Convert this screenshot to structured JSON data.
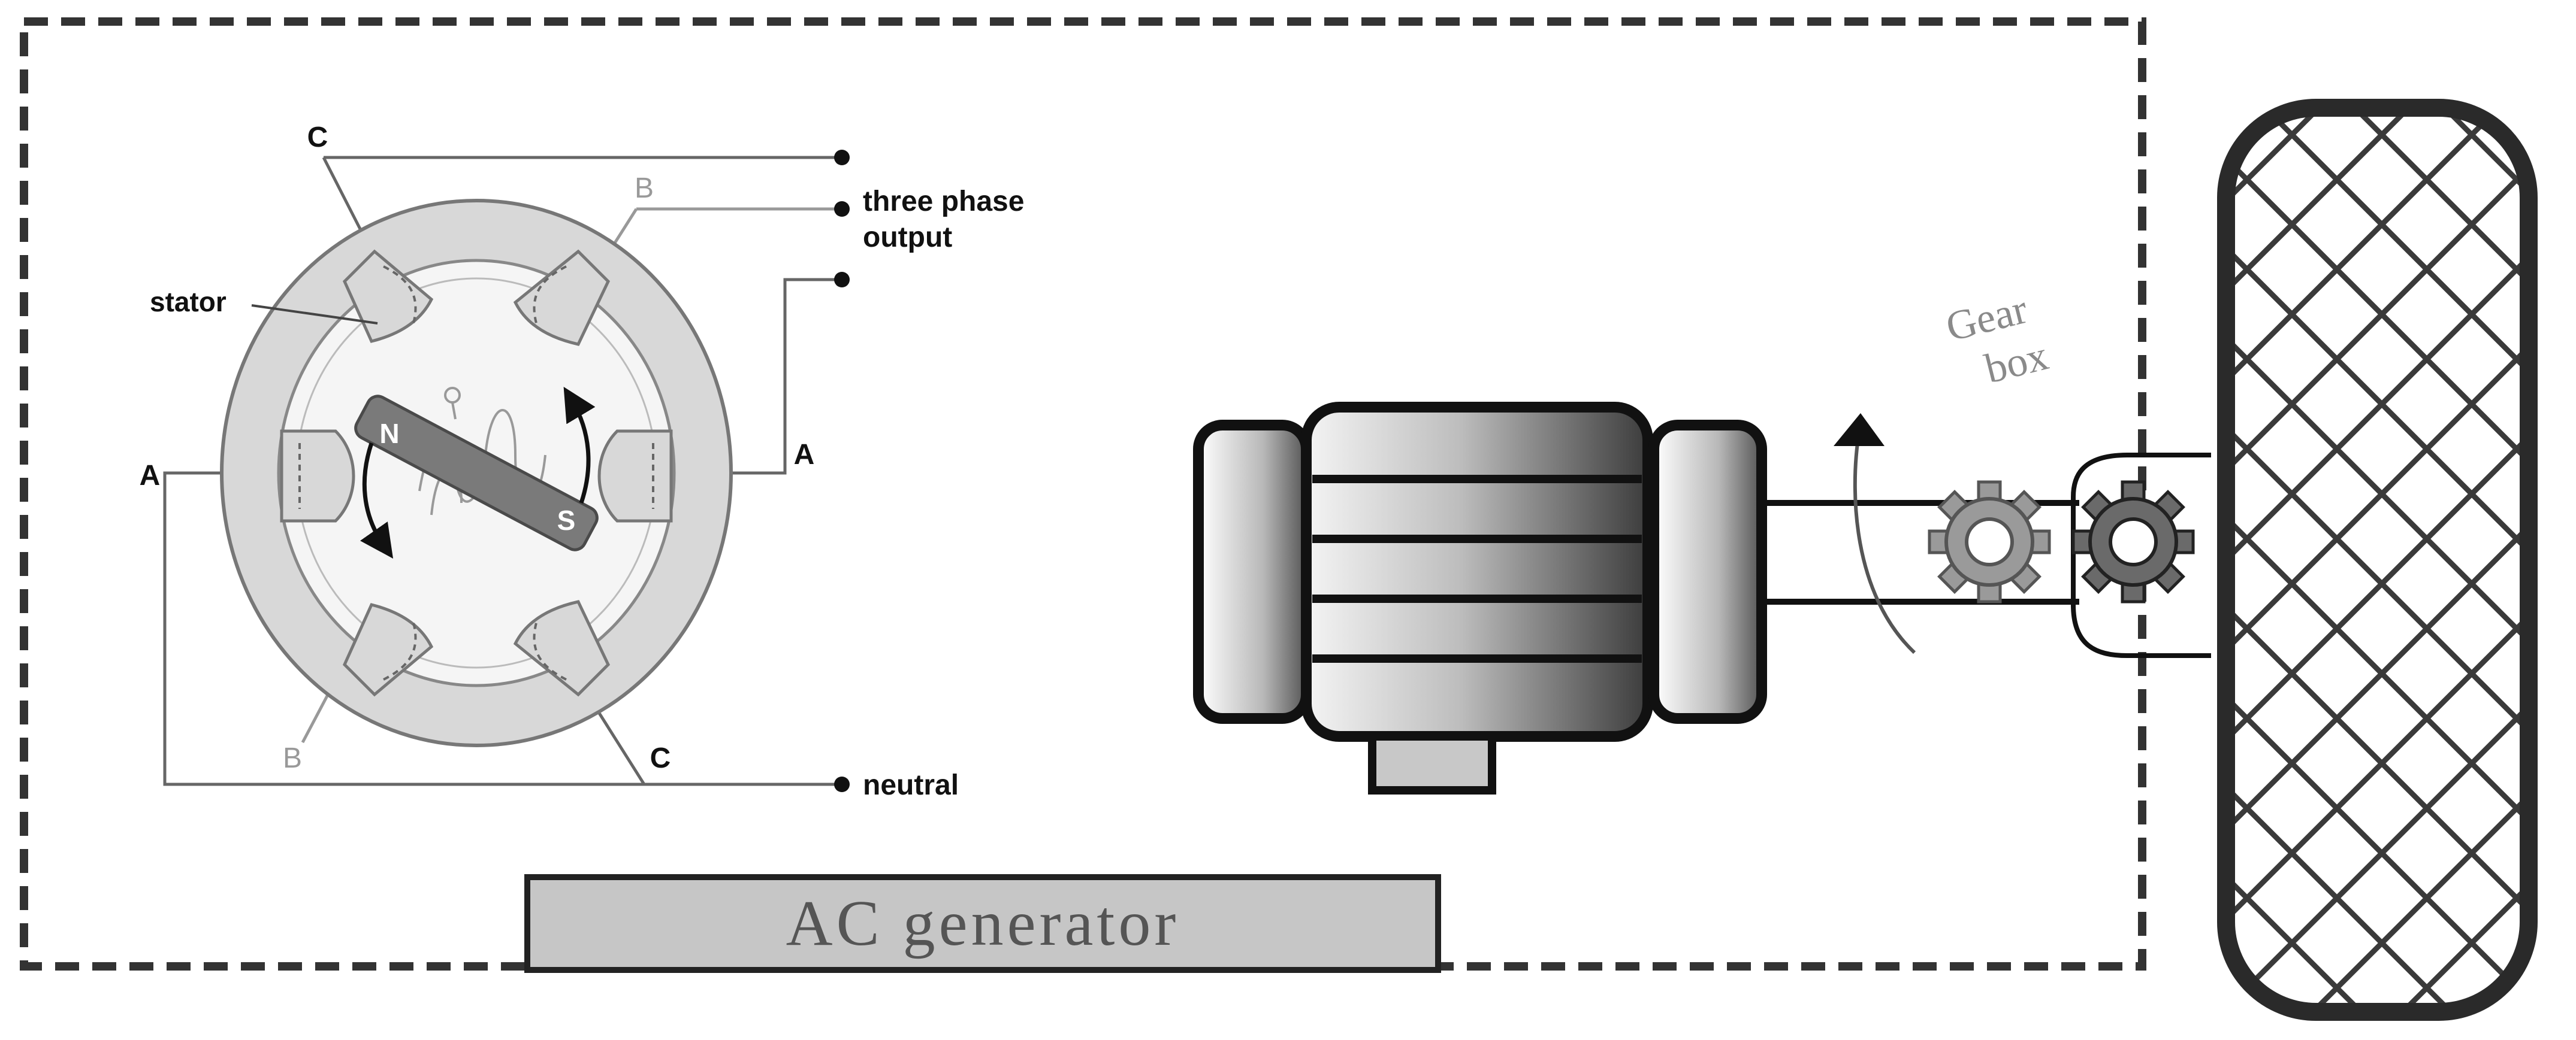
{
  "diagram": {
    "generator_caption": "AC generator",
    "gearbox_label_line1": "Gear",
    "gearbox_label_line2": "box",
    "terminals": {
      "three_phase_line1": "three phase",
      "three_phase_line2": "output",
      "neutral": "neutral"
    },
    "phase_labels": {
      "c_top": "C",
      "b_top": "B",
      "a_left": "A",
      "a_right": "A",
      "b_bottom": "B",
      "c_bottom": "C"
    },
    "stator_label": "stator",
    "rotor_poles": {
      "north": "N",
      "south": "S"
    }
  },
  "colors": {
    "frame_dash": "#333333",
    "caption_box": "#c6c6c6",
    "caption_text": "#555555",
    "gearbox_text": "#8a8a8a",
    "stator_ring": "#d8d8d8",
    "rotor_bar": "#7a7a7a",
    "wheel_outline": "#2a2a2a"
  }
}
